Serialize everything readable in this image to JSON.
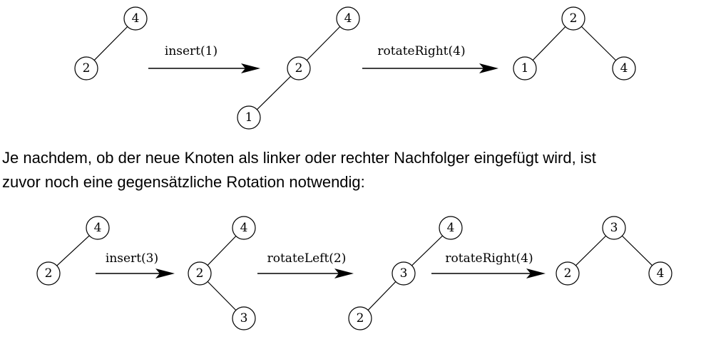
{
  "explanation": {
    "line1": "Je nachdem, ob der neue Knoten als linker oder rechter Nachfolger eingefügt wird, ist",
    "line2": "zuvor noch eine gegensätzliche Rotation notwendig:"
  },
  "top_sequence": {
    "trees": [
      {
        "nodes": [
          "4",
          "2"
        ]
      },
      {
        "nodes": [
          "4",
          "2",
          "1"
        ]
      },
      {
        "nodes": [
          "2",
          "1",
          "4"
        ]
      }
    ],
    "operations": [
      "insert(1)",
      "rotateRight(4)"
    ]
  },
  "bottom_sequence": {
    "trees": [
      {
        "nodes": [
          "4",
          "2"
        ]
      },
      {
        "nodes": [
          "4",
          "2",
          "3"
        ]
      },
      {
        "nodes": [
          "4",
          "3",
          "2"
        ]
      },
      {
        "nodes": [
          "3",
          "2",
          "4"
        ]
      }
    ],
    "operations": [
      "insert(3)",
      "rotateLeft(2)",
      "rotateRight(4)"
    ]
  }
}
